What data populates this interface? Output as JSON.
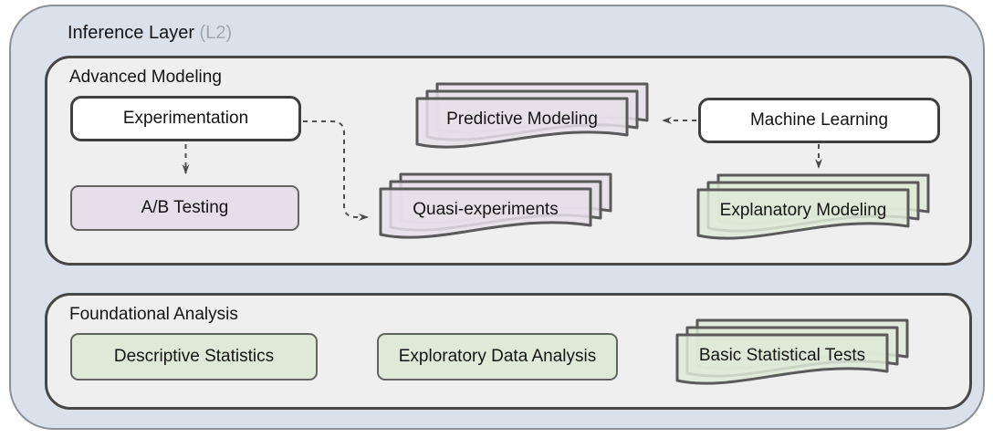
{
  "diagram": {
    "title": "Inference Layer",
    "title_tag": "(L2)",
    "sections": {
      "advanced": {
        "label": "Advanced Modeling"
      },
      "foundational": {
        "label": "Foundational Analysis"
      }
    },
    "nodes": {
      "experimentation": {
        "label": "Experimentation",
        "type": "box",
        "fill": "white"
      },
      "ab_testing": {
        "label": "A/B Testing",
        "type": "box",
        "fill": "purple"
      },
      "predictive_modeling": {
        "label": "Predictive Modeling",
        "type": "doc-stack",
        "fill": "purple"
      },
      "quasi_experiments": {
        "label": "Quasi-experiments",
        "type": "doc-stack",
        "fill": "purple"
      },
      "machine_learning": {
        "label": "Machine Learning",
        "type": "box",
        "fill": "white"
      },
      "explanatory_modeling": {
        "label": "Explanatory Modeling",
        "type": "doc-stack",
        "fill": "green"
      },
      "descriptive_statistics": {
        "label": "Descriptive Statistics",
        "type": "box",
        "fill": "green"
      },
      "exploratory_data_analysis": {
        "label": "Exploratory Data Analysis",
        "type": "box",
        "fill": "green"
      },
      "basic_statistical_tests": {
        "label": "Basic Statistical Tests",
        "type": "doc-stack",
        "fill": "green"
      }
    },
    "edges": [
      {
        "from": "experimentation",
        "to": "ab_testing",
        "style": "dashed-arrow"
      },
      {
        "from": "experimentation",
        "to": "quasi_experiments",
        "style": "dashed-arrow"
      },
      {
        "from": "machine_learning",
        "to": "predictive_modeling",
        "style": "dashed-arrow"
      },
      {
        "from": "machine_learning",
        "to": "explanatory_modeling",
        "style": "dashed-arrow"
      }
    ],
    "colors": {
      "outer_bg": "#dbe1ea",
      "outer_border": "#8b8f96",
      "section_bg": "#efeff0",
      "section_border": "#474747",
      "node_border_dark": "#3f3f3f",
      "node_border_mid": "#636363",
      "purple_fill": "#e6dfe9",
      "green_fill": "#deead7",
      "white_fill": "#ffffff",
      "arrow": "#4f4f4f",
      "title_muted": "#a2a7ad",
      "text": "#141414"
    }
  }
}
